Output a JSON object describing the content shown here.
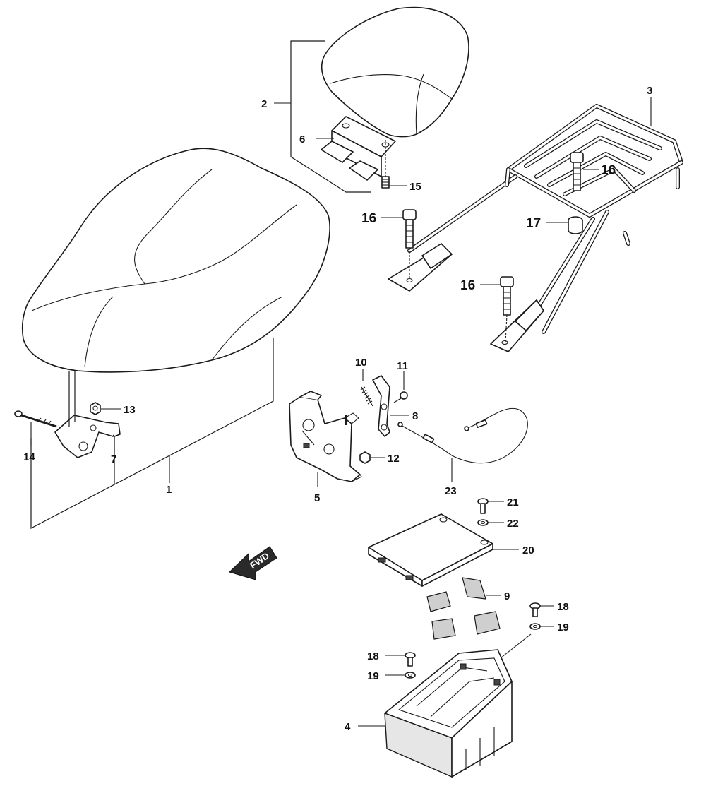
{
  "diagram": {
    "labels": {
      "p1": "1",
      "p2": "2",
      "p3": "3",
      "p4": "4",
      "p5": "5",
      "p6": "6",
      "p7": "7",
      "p8": "8",
      "p9": "9",
      "p10": "10",
      "p11": "11",
      "p12": "12",
      "p13": "13",
      "p14": "14",
      "p15": "15",
      "p16a": "16",
      "p16b": "16",
      "p16c": "16",
      "p17": "17",
      "p18a": "18",
      "p18b": "18",
      "p19a": "19",
      "p19b": "19",
      "p20": "20",
      "p21": "21",
      "p22": "22",
      "p23": "23"
    },
    "direction_arrow": "FWD"
  }
}
